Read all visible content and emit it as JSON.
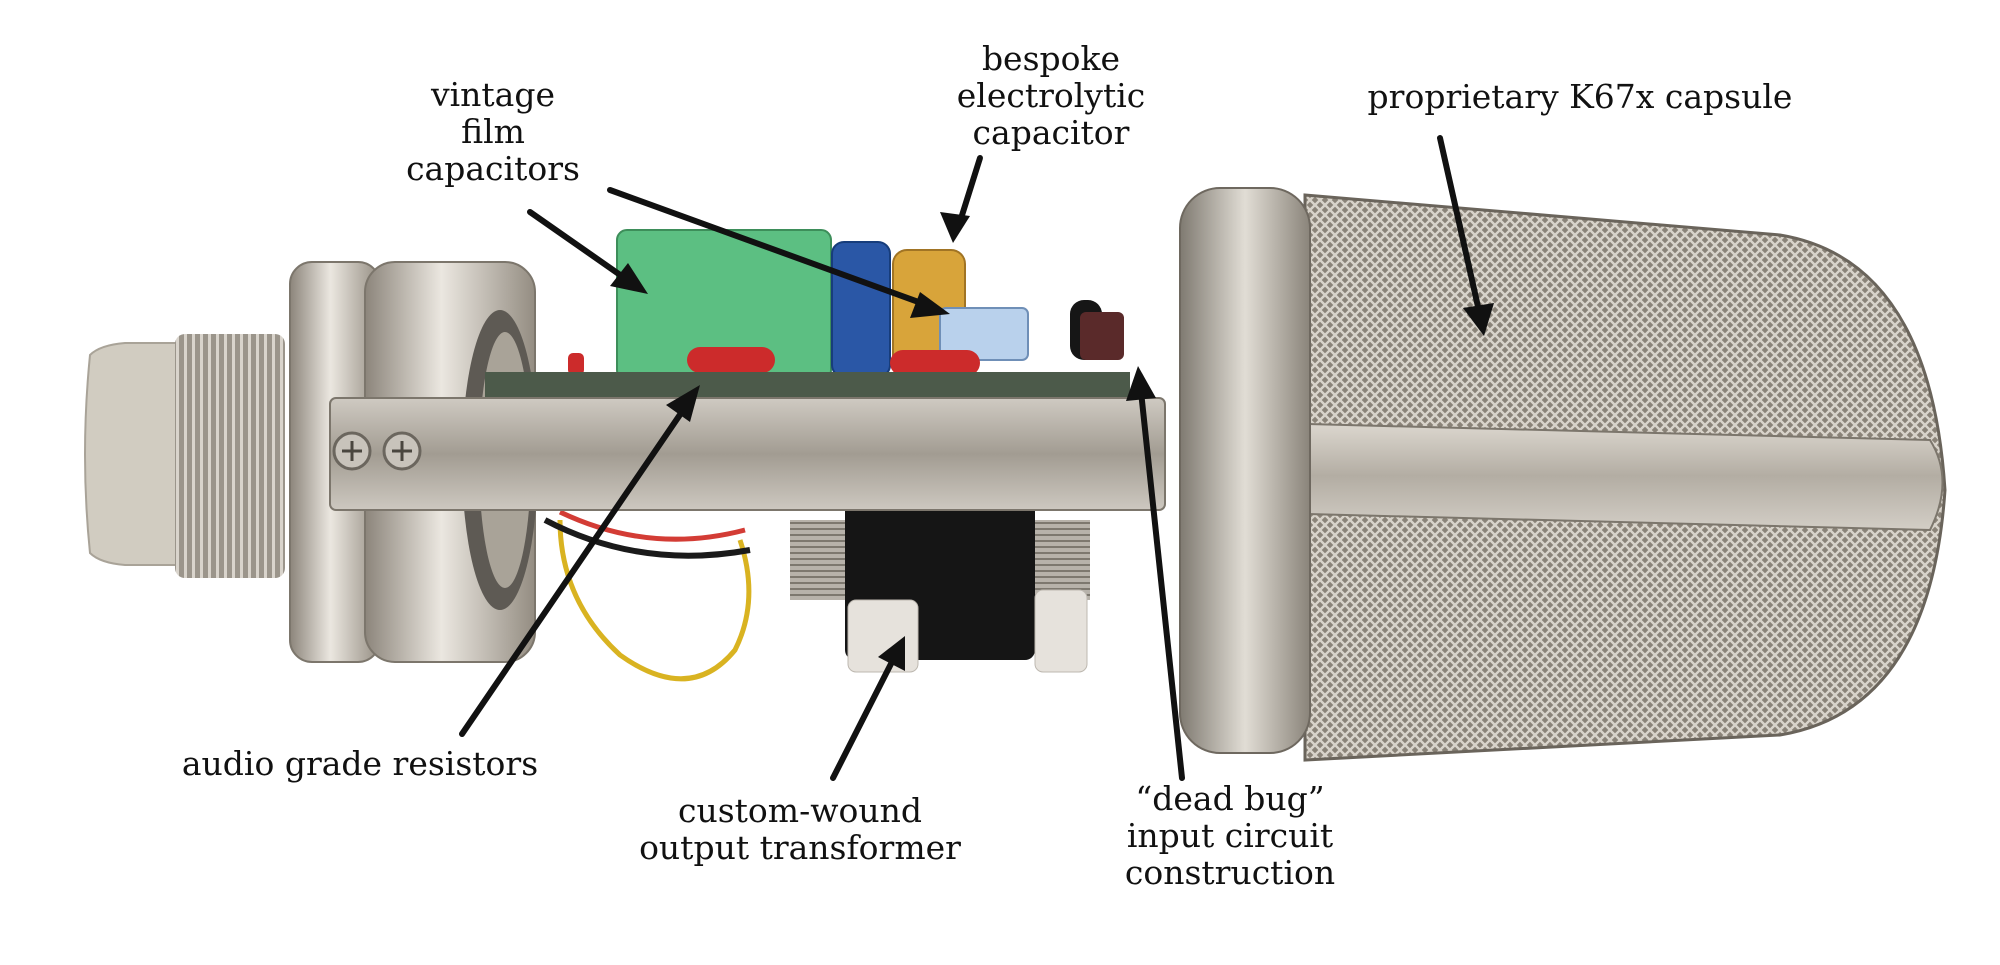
{
  "labels": {
    "vintage_film_capacitors": [
      "vintage",
      "film",
      "capacitors"
    ],
    "bespoke_electrolytic_capacitor": [
      "bespoke",
      "electrolytic",
      "capacitor"
    ],
    "proprietary_capsule": [
      "proprietary K67x capsule"
    ],
    "audio_grade_resistors": [
      "audio grade resistors"
    ],
    "output_transformer": [
      "custom-wound",
      "output transformer"
    ],
    "dead_bug_circuit": [
      "“dead bug”",
      "input circuit",
      "construction"
    ]
  },
  "colors": {
    "text": "#111111",
    "arrow": "#111111",
    "grille": "#a69f93",
    "metal": "#b9b3aa",
    "pcb": "#4c5a4a",
    "green_capacitor": "#5cbf82",
    "blue_capacitor": "#2a57a6",
    "gold_capacitor": "#d8a43a",
    "red_resistor": "#cc2b2b"
  },
  "icons": [
    "microphone-photo",
    "pointer-arrow"
  ]
}
